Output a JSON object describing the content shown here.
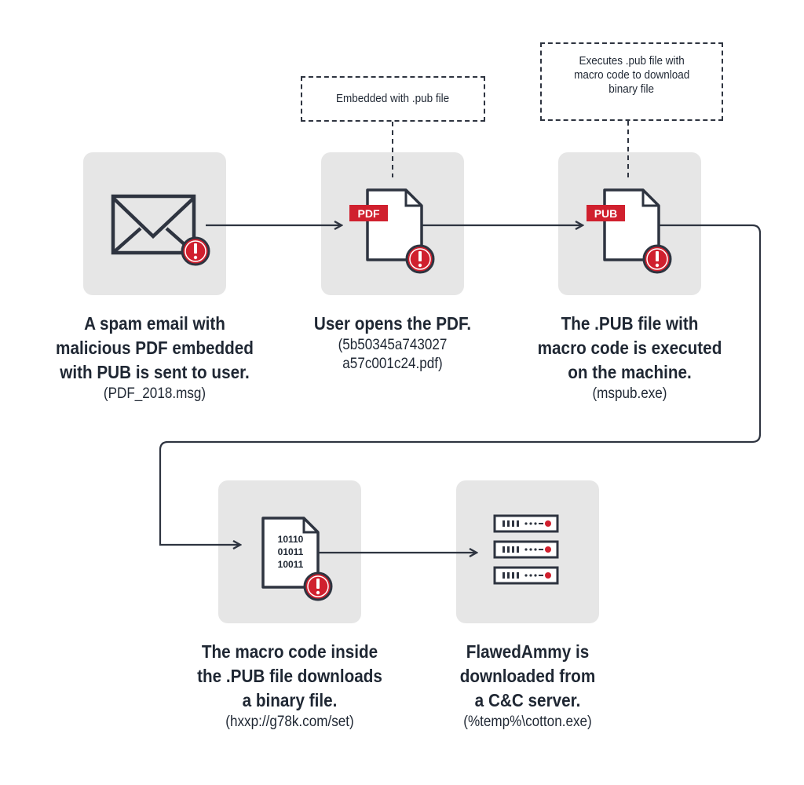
{
  "colors": {
    "dark": "#2e3440",
    "red": "#d0202e",
    "card": "#e6e6e6"
  },
  "steps": [
    {
      "icon": "envelope-icon",
      "lines": [
        "A spam email with",
        "malicious PDF embedded",
        "with PUB is sent to user."
      ],
      "sub": [
        "(PDF_2018.msg)"
      ]
    },
    {
      "icon": "pdf-file-icon",
      "badge": "PDF",
      "lines": [
        "User opens the PDF."
      ],
      "sub": [
        "(5b50345a743027",
        "a57c001c24.pdf)"
      ]
    },
    {
      "icon": "pub-file-icon",
      "badge": "PUB",
      "lines": [
        "The .PUB file with",
        "macro code is executed",
        "on the machine."
      ],
      "sub": [
        "(mspub.exe)"
      ]
    },
    {
      "icon": "binary-file-icon",
      "binary": [
        "10110",
        "01011",
        "10011"
      ],
      "lines": [
        "The macro code inside",
        "the .PUB file downloads",
        "a binary file."
      ],
      "sub": [
        "(hxxp://g78k.com/set)"
      ]
    },
    {
      "icon": "server-icon",
      "lines": [
        "FlawedAmmy is",
        "downloaded from",
        "a C&C server."
      ],
      "sub": [
        "(%temp%\\cotton.exe)"
      ]
    }
  ],
  "callouts": [
    {
      "lines": [
        "Embedded with .pub file"
      ]
    },
    {
      "lines": [
        "Executes .pub file with",
        "macro code to download",
        "binary file"
      ]
    }
  ]
}
